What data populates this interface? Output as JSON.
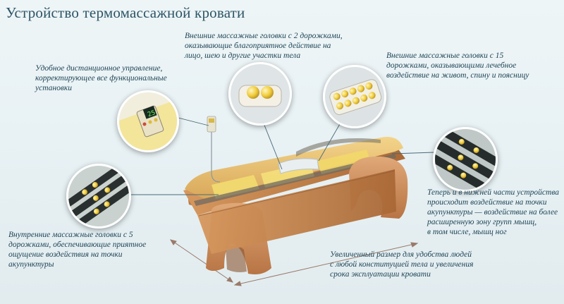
{
  "title": "Устройство термомассажной кровати",
  "captions": {
    "remote": [
      "Удобное дистанционное управление,",
      "корректирующее все функциональные",
      "установки"
    ],
    "head_rollers": [
      "Внешние массажные головки с 2 дорожками,",
      "оказывающие благоприятное действие на",
      "лицо, шею и другие участки тела"
    ],
    "body_rollers": [
      "Внешние массажные головки с 15",
      "дорожками, оказывающими лечебное",
      "воздействие на живот, спину и поясницу"
    ],
    "lower_part": [
      "Теперь и в нижней части устройства",
      "происходит воздействие на точки",
      "акупунктуры — воздействие на более",
      "расширенную зону групп мышц,",
      "в том числе, мышц ног"
    ],
    "inner_rollers": [
      "Внутренние массажные головки с 5",
      "дорожками, обеспечивающие приятное",
      "ощущение воздействия на точки",
      "акупунктуры"
    ],
    "size": [
      "Увеличенный размер для удобства людей",
      "с любой конституцией тела и увеличения",
      "срока эксплуатации кровати"
    ]
  },
  "colors": {
    "title": "#2c5466",
    "caption": "#1e4456",
    "leader_line": "#4a6a78",
    "wood": "#c98a55",
    "jade": "#e8c25a",
    "dimension_arrow": "#9a7a6a"
  },
  "icons": {
    "remote": "remote-control-icon",
    "head_rollers": "two-track-roller-icon",
    "body_rollers": "fifteen-track-roller-icon",
    "inner_rollers": "inner-roller-icon",
    "lower_part": "lower-roller-icon"
  }
}
